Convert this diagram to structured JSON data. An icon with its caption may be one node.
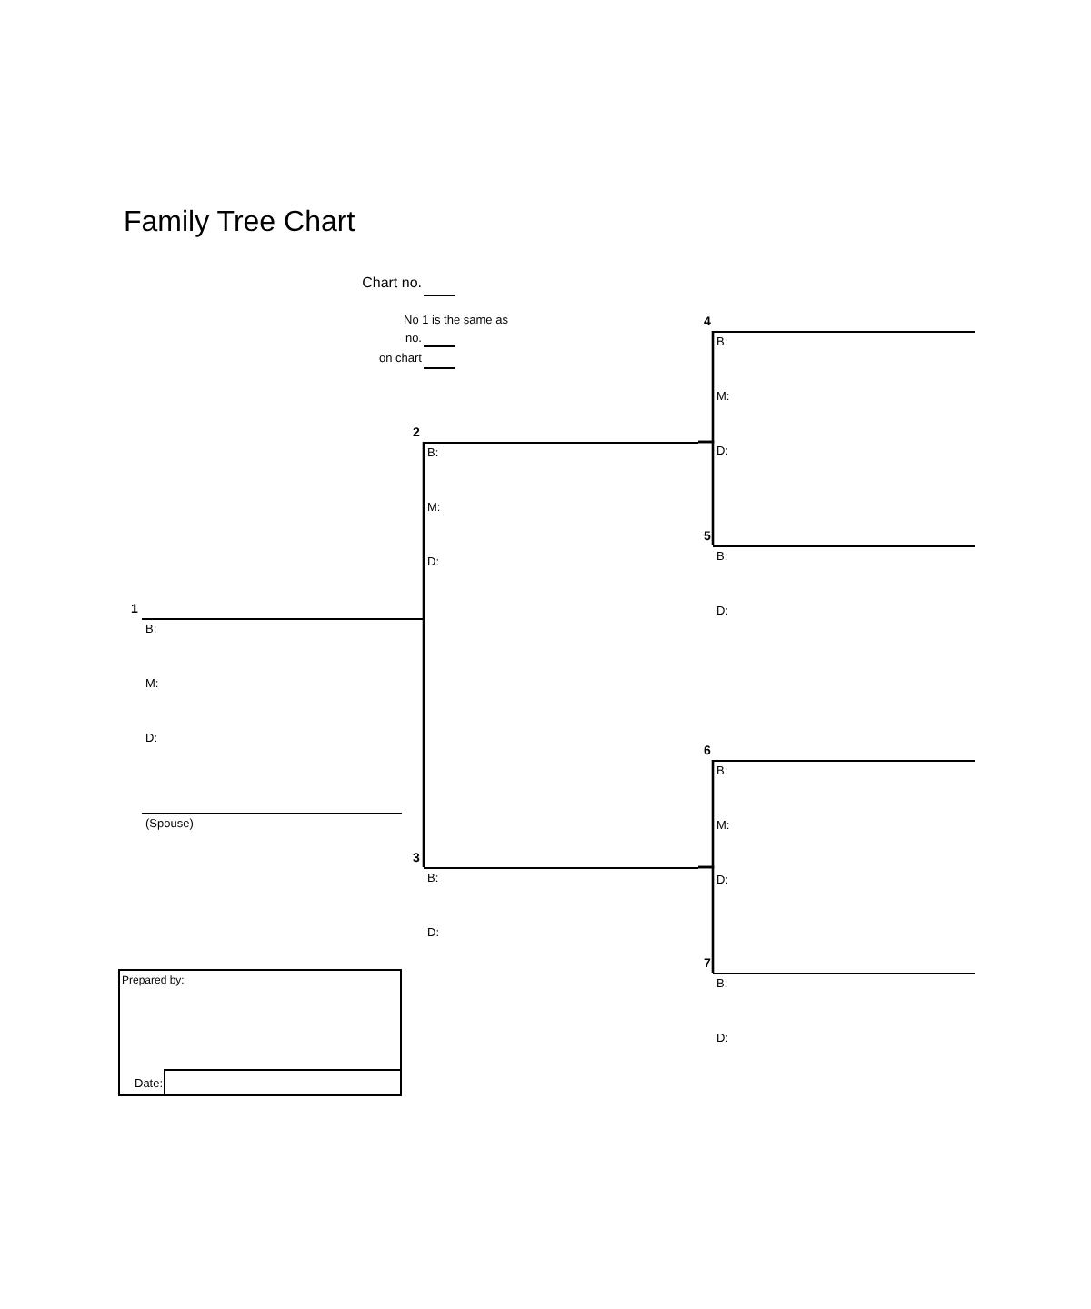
{
  "diagram": {
    "title": "Family Tree Chart",
    "nodes": [
      {
        "text": [
          "1",
          "B:",
          "M:",
          "D:"
        ]
      },
      {
        "text": [
          "(Spouse)"
        ]
      },
      {
        "text": [
          "2",
          "B:",
          "M:",
          "D:"
        ]
      },
      {
        "text": [
          "3",
          "B:",
          "D:"
        ]
      },
      {
        "text": [
          "4",
          "B:",
          "M:",
          "D:"
        ]
      },
      {
        "text": [
          "5",
          "B:",
          "D:"
        ]
      },
      {
        "text": [
          "6",
          "B:",
          "M:",
          "D:"
        ]
      },
      {
        "text": [
          "7",
          "B:",
          "D:"
        ]
      },
      {
        "text": [
          "Prepared by:",
          "Date:"
        ]
      }
    ],
    "edges": [
      {
        "from": 0,
        "to": 2,
        "arrow": "none"
      },
      {
        "from": 0,
        "to": 3,
        "arrow": "none"
      },
      {
        "from": 2,
        "to": 4,
        "arrow": "none"
      },
      {
        "from": 2,
        "to": 5,
        "arrow": "none"
      },
      {
        "from": 3,
        "to": 6,
        "arrow": "none"
      },
      {
        "from": 3,
        "to": 7,
        "arrow": "none"
      }
    ],
    "labels": [
      "Chart no.",
      "No 1 is the same as",
      "no.",
      "on chart"
    ]
  }
}
